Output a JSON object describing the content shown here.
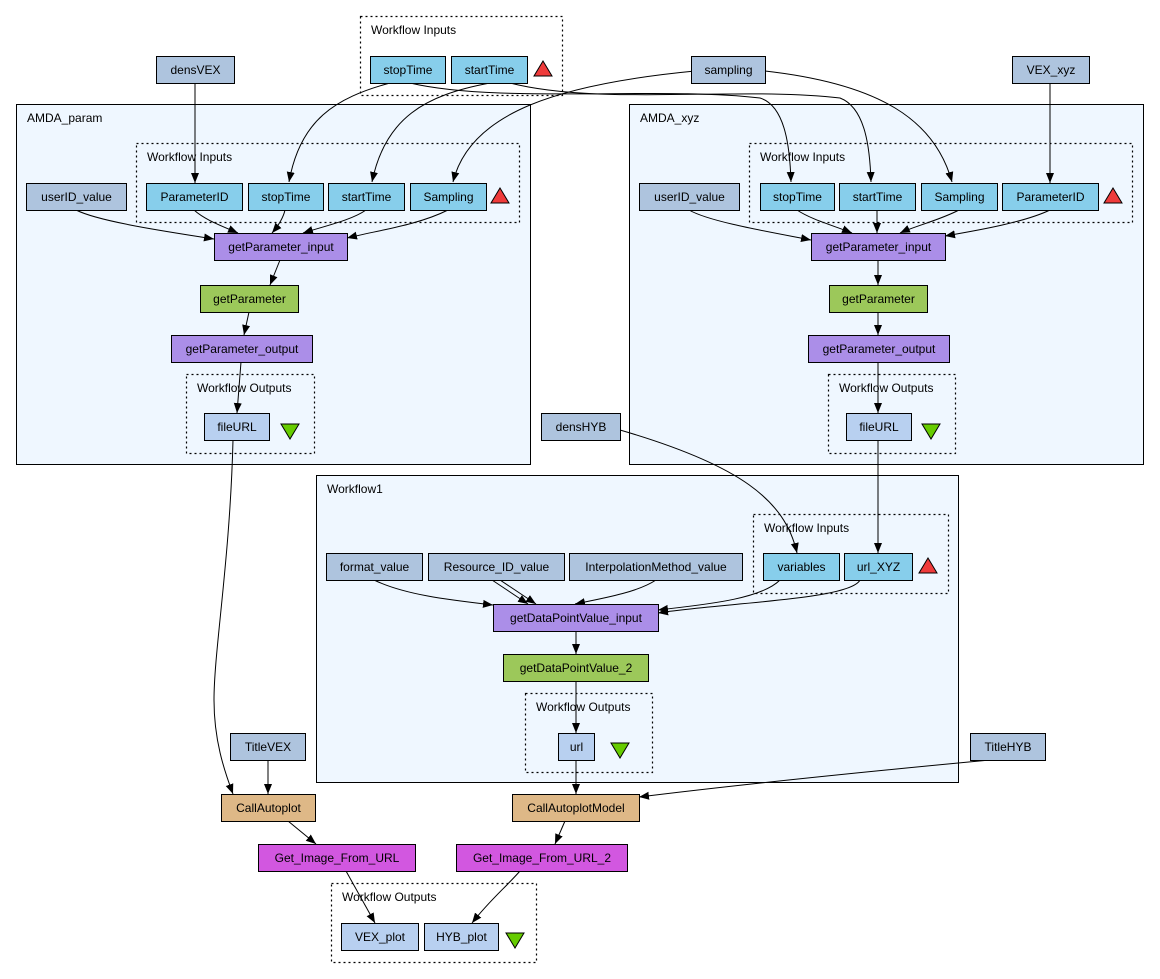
{
  "colors": {
    "constant": "#aec4de",
    "input_port": "#87ceeb",
    "transformer": "#ab8ee8",
    "service": "#9cc85a",
    "output_port": "#b8d0f0",
    "beanshell": "#deb887",
    "local_worker": "#d257e0",
    "cluster_fill": "#eff7ff",
    "input_marker": "#ef3b3b",
    "output_marker": "#66cc00"
  },
  "clusters": [
    {
      "id": "top_inputs",
      "label": "Workflow Inputs",
      "style": "dotted"
    },
    {
      "id": "amda_param",
      "label": "AMDA_param",
      "style": "solid"
    },
    {
      "id": "amda_param_inputs",
      "label": "Workflow Inputs",
      "style": "dotted"
    },
    {
      "id": "amda_param_outputs",
      "label": "Workflow Outputs",
      "style": "dotted"
    },
    {
      "id": "amda_xyz",
      "label": "AMDA_xyz",
      "style": "solid"
    },
    {
      "id": "amda_xyz_inputs",
      "label": "Workflow Inputs",
      "style": "dotted"
    },
    {
      "id": "amda_xyz_outputs",
      "label": "Workflow Outputs",
      "style": "dotted"
    },
    {
      "id": "workflow1",
      "label": "Workflow1",
      "style": "solid"
    },
    {
      "id": "workflow1_inputs",
      "label": "Workflow Inputs",
      "style": "dotted"
    },
    {
      "id": "workflow1_outputs",
      "label": "Workflow Outputs",
      "style": "dotted"
    },
    {
      "id": "final_outputs",
      "label": "Workflow Outputs",
      "style": "dotted"
    }
  ],
  "nodes": [
    {
      "id": "top_stopTime",
      "label": "stopTime",
      "kind": "input_port"
    },
    {
      "id": "top_startTime",
      "label": "startTime",
      "kind": "input_port"
    },
    {
      "id": "densVEX",
      "label": "densVEX",
      "kind": "constant"
    },
    {
      "id": "sampling",
      "label": "sampling",
      "kind": "constant"
    },
    {
      "id": "VEX_xyz",
      "label": "VEX_xyz",
      "kind": "constant"
    },
    {
      "id": "p_userID",
      "label": "userID_value",
      "kind": "constant"
    },
    {
      "id": "p_ParameterID",
      "label": "ParameterID",
      "kind": "input_port"
    },
    {
      "id": "p_stopTime",
      "label": "stopTime",
      "kind": "input_port"
    },
    {
      "id": "p_startTime",
      "label": "startTime",
      "kind": "input_port"
    },
    {
      "id": "p_Sampling",
      "label": "Sampling",
      "kind": "input_port"
    },
    {
      "id": "p_getParameter_input",
      "label": "getParameter_input",
      "kind": "transformer"
    },
    {
      "id": "p_getParameter",
      "label": "getParameter",
      "kind": "service"
    },
    {
      "id": "p_getParameter_output",
      "label": "getParameter_output",
      "kind": "transformer"
    },
    {
      "id": "p_fileURL",
      "label": "fileURL",
      "kind": "output_port"
    },
    {
      "id": "x_userID",
      "label": "userID_value",
      "kind": "constant"
    },
    {
      "id": "x_stopTime",
      "label": "stopTime",
      "kind": "input_port"
    },
    {
      "id": "x_startTime",
      "label": "startTime",
      "kind": "input_port"
    },
    {
      "id": "x_Sampling",
      "label": "Sampling",
      "kind": "input_port"
    },
    {
      "id": "x_ParameterID",
      "label": "ParameterID",
      "kind": "input_port"
    },
    {
      "id": "x_getParameter_input",
      "label": "getParameter_input",
      "kind": "transformer"
    },
    {
      "id": "x_getParameter",
      "label": "getParameter",
      "kind": "service"
    },
    {
      "id": "x_getParameter_output",
      "label": "getParameter_output",
      "kind": "transformer"
    },
    {
      "id": "x_fileURL",
      "label": "fileURL",
      "kind": "output_port"
    },
    {
      "id": "densHYB",
      "label": "densHYB",
      "kind": "constant"
    },
    {
      "id": "w_format",
      "label": "format_value",
      "kind": "constant"
    },
    {
      "id": "w_resource",
      "label": "Resource_ID_value",
      "kind": "constant"
    },
    {
      "id": "w_interp",
      "label": "InterpolationMethod_value",
      "kind": "constant"
    },
    {
      "id": "w_variables",
      "label": "variables",
      "kind": "input_port"
    },
    {
      "id": "w_url_XYZ",
      "label": "url_XYZ",
      "kind": "input_port"
    },
    {
      "id": "w_getDPV_input",
      "label": "getDataPointValue_input",
      "kind": "transformer"
    },
    {
      "id": "w_getDPV_2",
      "label": "getDataPointValue_2",
      "kind": "service"
    },
    {
      "id": "w_url",
      "label": "url",
      "kind": "output_port"
    },
    {
      "id": "TitleVEX",
      "label": "TitleVEX",
      "kind": "constant"
    },
    {
      "id": "TitleHYB",
      "label": "TitleHYB",
      "kind": "constant"
    },
    {
      "id": "CallAutoplot",
      "label": "CallAutoplot",
      "kind": "beanshell"
    },
    {
      "id": "CallAutoplotModel",
      "label": "CallAutoplotModel",
      "kind": "beanshell"
    },
    {
      "id": "GetImage",
      "label": "Get_Image_From_URL",
      "kind": "local_worker"
    },
    {
      "id": "GetImage2",
      "label": "Get_Image_From_URL_2",
      "kind": "local_worker"
    },
    {
      "id": "VEX_plot",
      "label": "VEX_plot",
      "kind": "output_port"
    },
    {
      "id": "HYB_plot",
      "label": "HYB_plot",
      "kind": "output_port"
    }
  ],
  "edges": [
    {
      "from": "densVEX",
      "to": "p_ParameterID"
    },
    {
      "from": "top_stopTime",
      "to": "p_stopTime"
    },
    {
      "from": "top_stopTime",
      "to": "x_stopTime"
    },
    {
      "from": "top_startTime",
      "to": "p_startTime"
    },
    {
      "from": "top_startTime",
      "to": "x_startTime"
    },
    {
      "from": "sampling",
      "to": "p_Sampling"
    },
    {
      "from": "sampling",
      "to": "x_Sampling"
    },
    {
      "from": "VEX_xyz",
      "to": "x_ParameterID"
    },
    {
      "from": "p_userID",
      "to": "p_getParameter_input"
    },
    {
      "from": "p_ParameterID",
      "to": "p_getParameter_input"
    },
    {
      "from": "p_stopTime",
      "to": "p_getParameter_input"
    },
    {
      "from": "p_startTime",
      "to": "p_getParameter_input"
    },
    {
      "from": "p_Sampling",
      "to": "p_getParameter_input"
    },
    {
      "from": "p_getParameter_input",
      "to": "p_getParameter"
    },
    {
      "from": "p_getParameter",
      "to": "p_getParameter_output"
    },
    {
      "from": "p_getParameter_output",
      "to": "p_fileURL"
    },
    {
      "from": "x_userID",
      "to": "x_getParameter_input"
    },
    {
      "from": "x_stopTime",
      "to": "x_getParameter_input"
    },
    {
      "from": "x_startTime",
      "to": "x_getParameter_input"
    },
    {
      "from": "x_Sampling",
      "to": "x_getParameter_input"
    },
    {
      "from": "x_ParameterID",
      "to": "x_getParameter_input"
    },
    {
      "from": "x_getParameter_input",
      "to": "x_getParameter"
    },
    {
      "from": "x_getParameter",
      "to": "x_getParameter_output"
    },
    {
      "from": "x_getParameter_output",
      "to": "x_fileURL"
    },
    {
      "from": "densHYB",
      "to": "w_variables"
    },
    {
      "from": "x_fileURL",
      "to": "w_url_XYZ"
    },
    {
      "from": "w_format",
      "to": "w_getDPV_input"
    },
    {
      "from": "w_resource",
      "to": "w_getDPV_input"
    },
    {
      "from": "w_resource",
      "to": "w_getDPV_input"
    },
    {
      "from": "w_interp",
      "to": "w_getDPV_input"
    },
    {
      "from": "w_variables",
      "to": "w_getDPV_input"
    },
    {
      "from": "w_url_XYZ",
      "to": "w_getDPV_input"
    },
    {
      "from": "w_getDPV_input",
      "to": "w_getDPV_2"
    },
    {
      "from": "w_getDPV_2",
      "to": "w_url"
    },
    {
      "from": "p_fileURL",
      "to": "CallAutoplot"
    },
    {
      "from": "TitleVEX",
      "to": "CallAutoplot"
    },
    {
      "from": "w_url",
      "to": "CallAutoplotModel"
    },
    {
      "from": "TitleHYB",
      "to": "CallAutoplotModel"
    },
    {
      "from": "CallAutoplot",
      "to": "GetImage"
    },
    {
      "from": "CallAutoplotModel",
      "to": "GetImage2"
    },
    {
      "from": "GetImage",
      "to": "VEX_plot"
    },
    {
      "from": "GetImage2",
      "to": "HYB_plot"
    }
  ]
}
